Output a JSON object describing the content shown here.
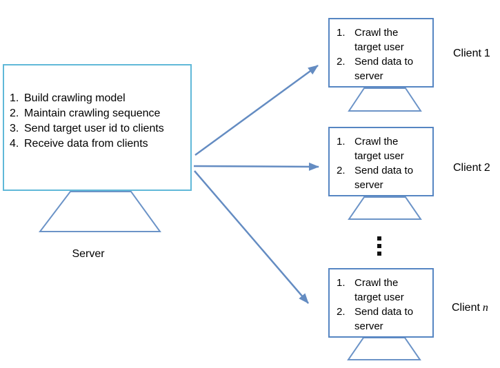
{
  "colors": {
    "server-border": "#5fb8d8",
    "client-border": "#5585c2",
    "stand-stroke": "#6b93c7",
    "arrow": "#648cc2",
    "text": "#000000"
  },
  "icons": {
    "vertical-ellipsis": "⋮"
  },
  "server": {
    "label": "Server",
    "tasks": [
      {
        "num": "1.",
        "text": "Build crawling model"
      },
      {
        "num": "2.",
        "text": "Maintain crawling sequence"
      },
      {
        "num": "3.",
        "text": "Send target user id to clients"
      },
      {
        "num": "4.",
        "text": "Receive data from clients"
      }
    ]
  },
  "clients": [
    {
      "label_prefix": "Client",
      "label_suffix": "1",
      "tasks": [
        {
          "num": "1.",
          "text": "Crawl the target user"
        },
        {
          "num": "2.",
          "text": "Send data to server"
        }
      ]
    },
    {
      "label_prefix": "Client",
      "label_suffix": "2",
      "tasks": [
        {
          "num": "1.",
          "text": "Crawl the target user"
        },
        {
          "num": "2.",
          "text": "Send data to server"
        }
      ]
    },
    {
      "label_prefix": "Client",
      "label_suffix": "n",
      "tasks": [
        {
          "num": "1.",
          "text": "Crawl the target user"
        },
        {
          "num": "2.",
          "text": "Send data to server"
        }
      ]
    }
  ]
}
